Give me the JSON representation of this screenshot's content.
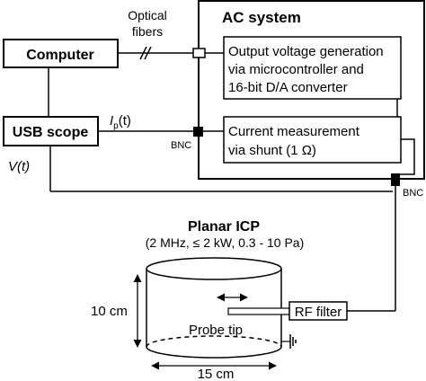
{
  "blocks": {
    "ac_system": "AC system",
    "output_gen": [
      "Output voltage generation",
      "via microcontroller and",
      "16-bit D/A converter"
    ],
    "current_meas": [
      "Current measurement",
      "via shunt (1 Ω)"
    ],
    "computer": "Computer",
    "usb_scope": "USB scope",
    "rf_filter": "RF filter"
  },
  "labels": {
    "optical_fibers": [
      "Optical",
      "fibers"
    ],
    "ip_main": "I",
    "ip_sub": "p",
    "ip_arg": "(t)",
    "vt": "V(t)",
    "bnc_left": "BNC",
    "bnc_right": "BNC",
    "probe_tip": "Probe tip"
  },
  "plasma_source": {
    "title": "Planar ICP",
    "parameters": "(2 MHz, ≤ 2 kW, 0.3 - 10 Pa)"
  },
  "dimensions": {
    "height": "10 cm",
    "width": "15 cm"
  }
}
